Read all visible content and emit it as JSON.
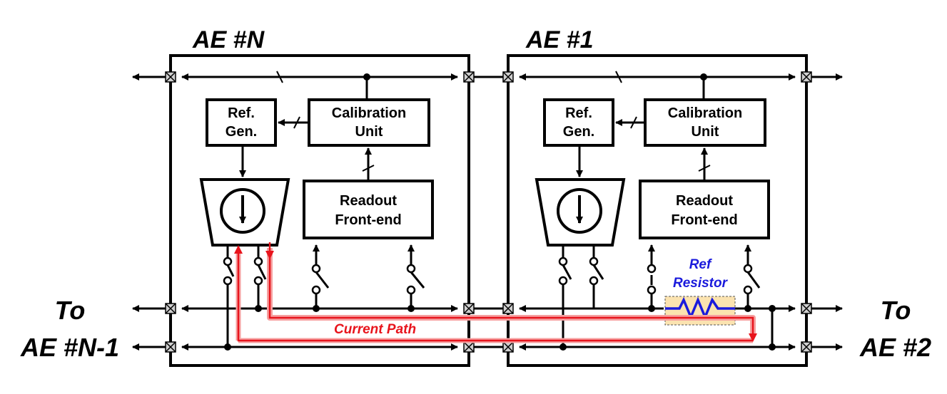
{
  "elements": [
    {
      "id": "ae_n",
      "title": "AE #N",
      "ref_gen": [
        "Ref.",
        "Gen."
      ],
      "calibration_unit": [
        "Calibration",
        "Unit"
      ],
      "readout_front_end": [
        "Readout",
        "Front-end"
      ]
    },
    {
      "id": "ae_1",
      "title": "AE #1",
      "ref_gen": [
        "Ref.",
        "Gen."
      ],
      "calibration_unit": [
        "Calibration",
        "Unit"
      ],
      "readout_front_end": [
        "Readout",
        "Front-end"
      ],
      "ref_resistor": [
        "Ref",
        "Resistor"
      ]
    }
  ],
  "left_label": [
    "To",
    "AE #N-1"
  ],
  "right_label": [
    "To",
    "AE #2"
  ],
  "current_path_label": "Current Path",
  "colors": {
    "line": "#000000",
    "current_path": "#e8141c",
    "current_path_glow": "#f6a0a0",
    "resistor": "#1a1adc",
    "resistor_highlight": "#fbe3b0",
    "pad": "#cfcfcf"
  }
}
